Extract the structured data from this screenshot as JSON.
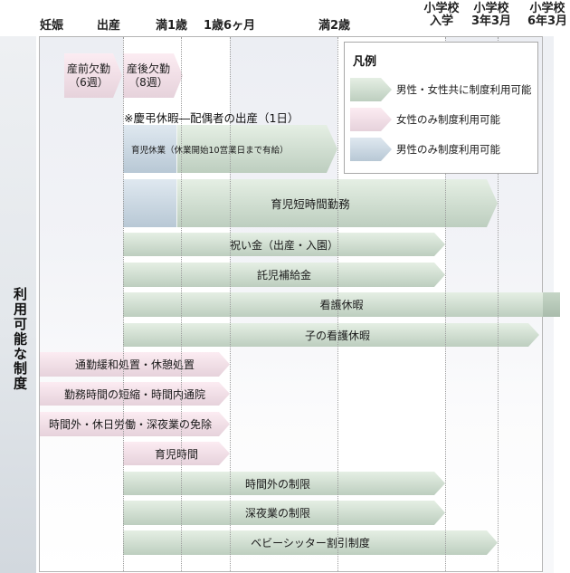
{
  "header": {
    "milestones": [
      "妊娠",
      "出産",
      "満1歳",
      "1歳6ヶ月",
      "満2歳"
    ],
    "school_milestones": [
      {
        "line1": "小学校",
        "line2": "入学"
      },
      {
        "line1": "小学校",
        "line2": "3年3月"
      },
      {
        "line1": "小学校",
        "line2": "6年3月"
      }
    ]
  },
  "side_label": "利用可能な制度",
  "maternity": [
    {
      "label": "産前欠勤",
      "duration": "（6週）"
    },
    {
      "label": "産後欠勤",
      "duration": "（8週）"
    }
  ],
  "note": "※慶弔休暇―配偶者の出産（1日）",
  "programs": [
    {
      "label": "育児休業（休業開始10営業日まで有給）"
    },
    {
      "label": "育児短時間勤務"
    },
    {
      "label": "祝い金（出産・入園）"
    },
    {
      "label": "託児補給金"
    },
    {
      "label": "看護休暇"
    },
    {
      "label": "子の看護休暇"
    },
    {
      "label": "通勤緩和処置・休憩処置"
    },
    {
      "label": "勤務時間の短縮・時間内通院"
    },
    {
      "label": "時間外・休日労働・深夜業の免除"
    },
    {
      "label": "育児時間"
    },
    {
      "label": "時間外の制限"
    },
    {
      "label": "深夜業の制限"
    },
    {
      "label": "ベビーシッター割引制度"
    }
  ],
  "legend": {
    "title": "凡例",
    "items": [
      "男性・女性共に制度利用可能",
      "女性のみ制度利用可能",
      "男性のみ制度利用可能"
    ]
  },
  "colors": {
    "both_top": "#e5efe4",
    "both_bottom": "#bdcebf",
    "female_top": "#fcecf2",
    "female_bottom": "#e6d2db",
    "male_top": "#dfe8f0",
    "male_bottom": "#b8c8d5"
  }
}
